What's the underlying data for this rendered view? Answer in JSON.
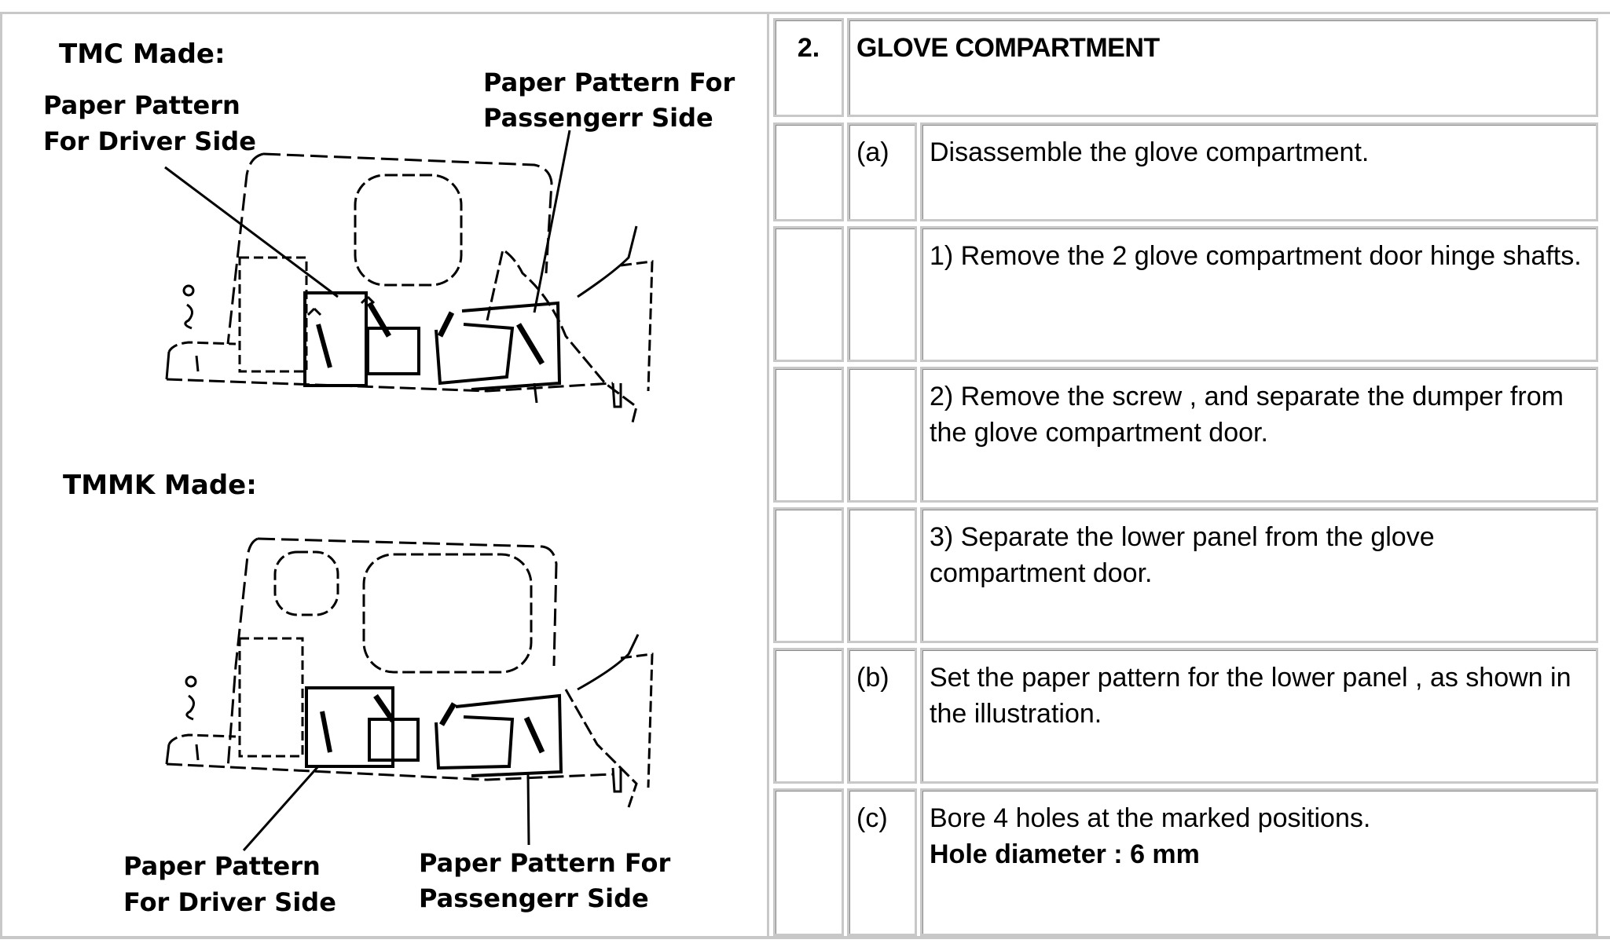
{
  "illustration": {
    "tmc_heading": "TMC Made:",
    "tmc_driver_label": [
      "Paper Pattern",
      "For Driver Side"
    ],
    "tmc_passenger_label": [
      "Paper Pattern For",
      "Passengerr Side"
    ],
    "tmmk_heading": "TMMK Made:",
    "tmmk_driver_label": [
      "Paper Pattern",
      "For Driver Side"
    ],
    "tmmk_passenger_label": [
      "Paper Pattern For",
      "Passengerr Side"
    ]
  },
  "procedure": {
    "step_number": "2.",
    "section_title": "GLOVE COMPARTMENT",
    "rows": [
      {
        "label": "(a)",
        "text": "Disassemble the glove compartment."
      },
      {
        "label": "",
        "text": "1) Remove the 2 glove compartment door hinge shafts."
      },
      {
        "label": "",
        "text": "2) Remove the screw , and separate the dumper from the glove compartment door."
      },
      {
        "label": "",
        "text": "3) Separate the lower panel from the glove compartment door."
      },
      {
        "label": "(b)",
        "text": "Set the paper pattern for the lower panel , as shown in the illustration."
      },
      {
        "label": "(c)",
        "text": "Bore 4 holes at the marked positions.",
        "note": "Hole diameter : 6 mm"
      }
    ]
  }
}
